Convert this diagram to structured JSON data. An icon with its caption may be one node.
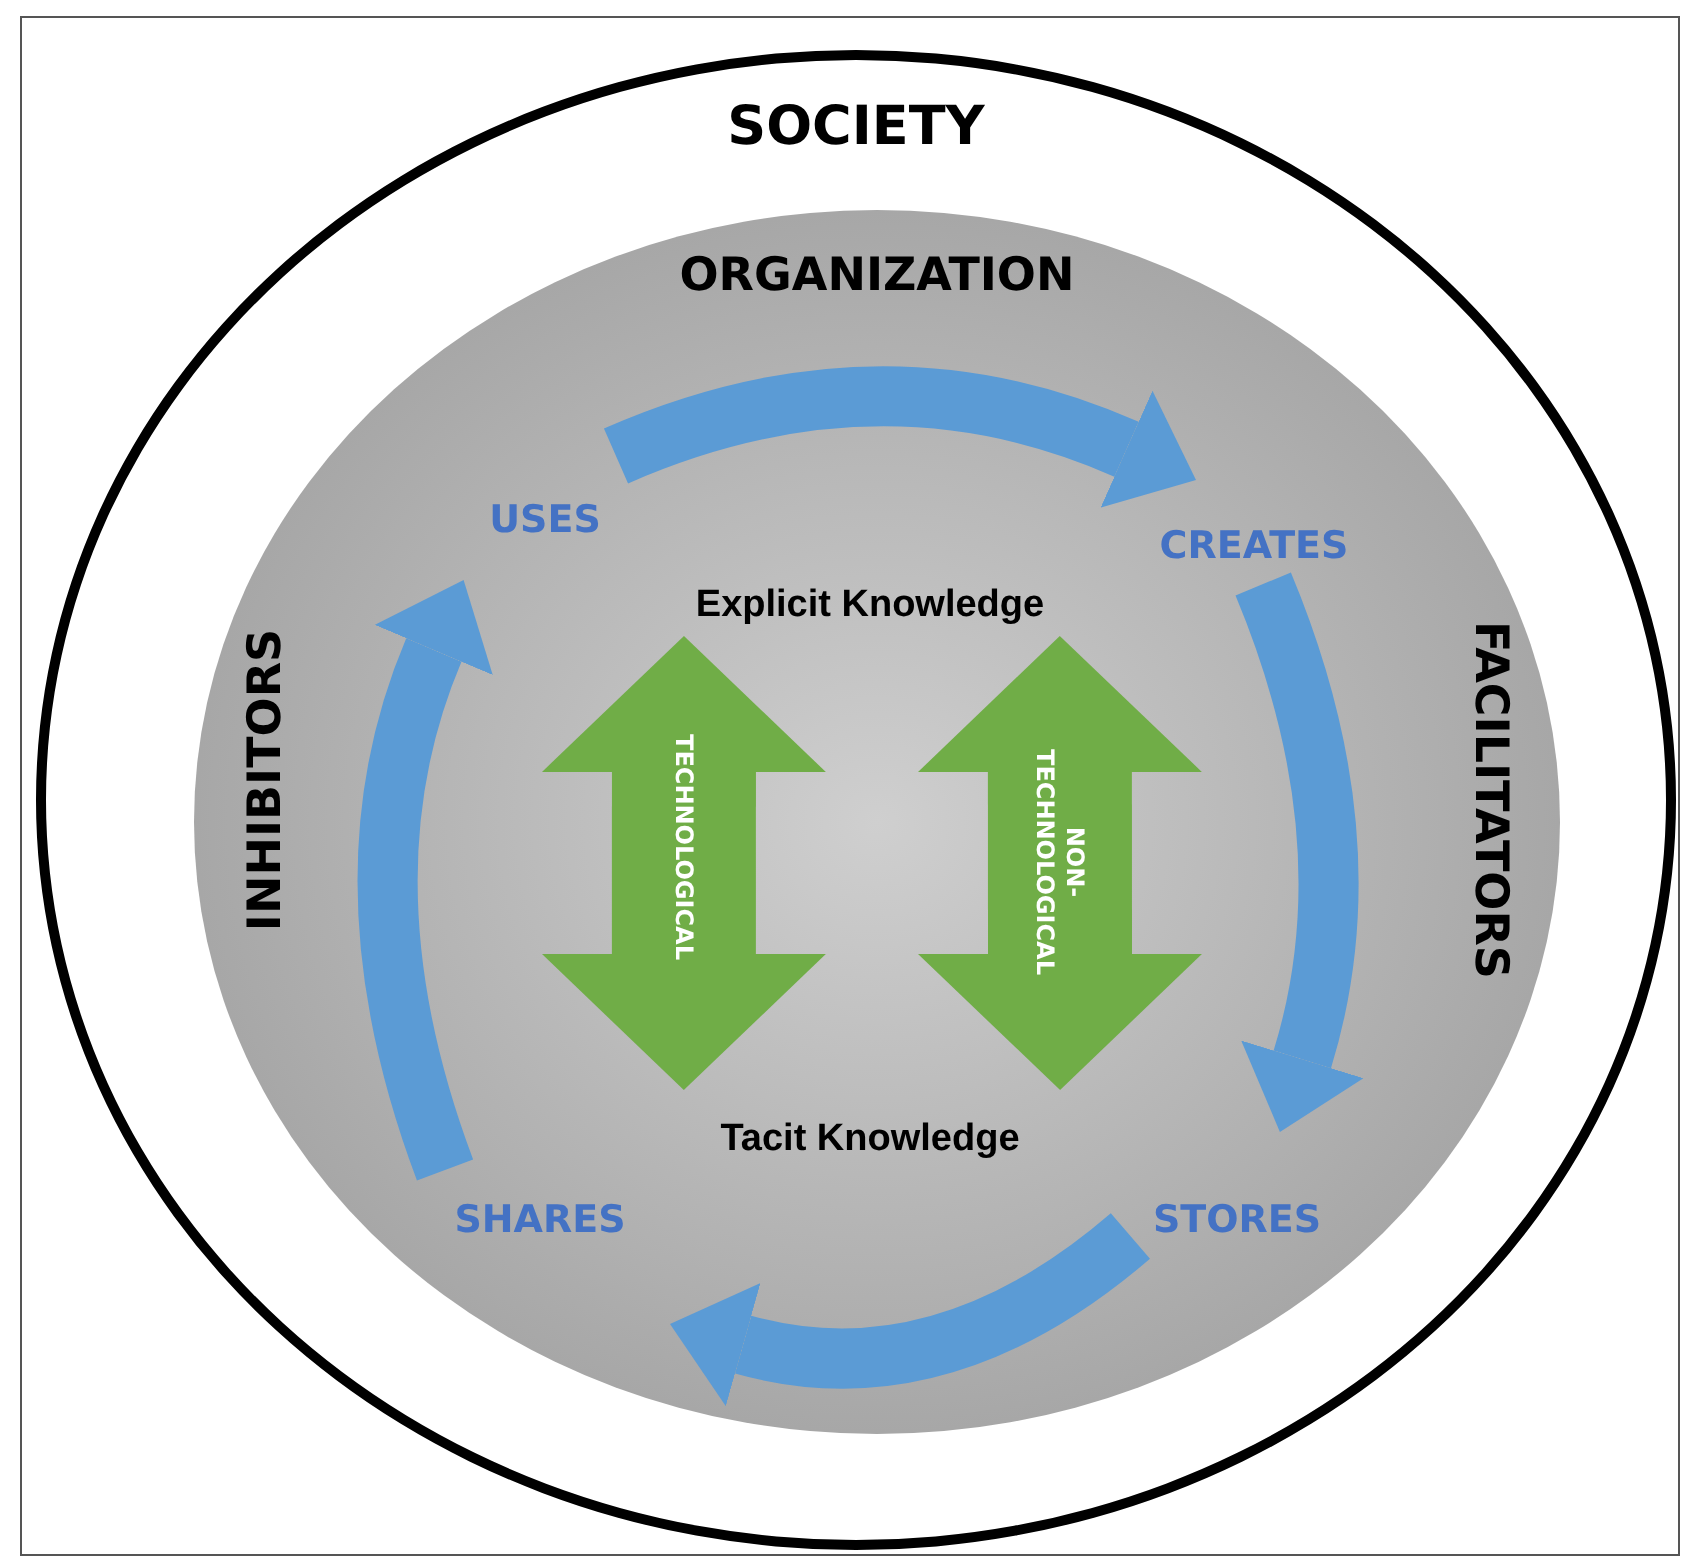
{
  "diagram": {
    "nodes": [
      {
        "text": [
          "SOCIETY"
        ]
      },
      {
        "text": [
          "ORGANIZATION"
        ],
        "in": 0
      },
      {
        "text": [
          "USES"
        ],
        "in": 1
      },
      {
        "text": [
          "CREATES"
        ],
        "in": 1
      },
      {
        "text": [
          "STORES"
        ],
        "in": 1
      },
      {
        "text": [
          "SHARES"
        ],
        "in": 1
      },
      {
        "text": [
          "Explicit Knowledge"
        ],
        "in": 1
      },
      {
        "text": [
          "Tacit Knowledge"
        ],
        "in": 1
      }
    ],
    "edges": [
      {
        "from": 2,
        "to": 3,
        "arrow": "to"
      },
      {
        "from": 3,
        "to": 4,
        "arrow": "to"
      },
      {
        "from": 4,
        "to": 5,
        "arrow": "to"
      },
      {
        "from": 5,
        "to": 2,
        "arrow": "to"
      },
      {
        "from": 7,
        "to": 6,
        "arrow": "both",
        "label": "TECHNOLOGICAL",
        "style": "thick",
        "color": "#70ad47"
      },
      {
        "from": 7,
        "to": 6,
        "arrow": "both",
        "label": "NON-TECHNOLOGICAL",
        "style": "thick",
        "color": "#70ad47"
      }
    ],
    "labels": [
      "INHIBITORS",
      "FACILITATORS"
    ]
  }
}
